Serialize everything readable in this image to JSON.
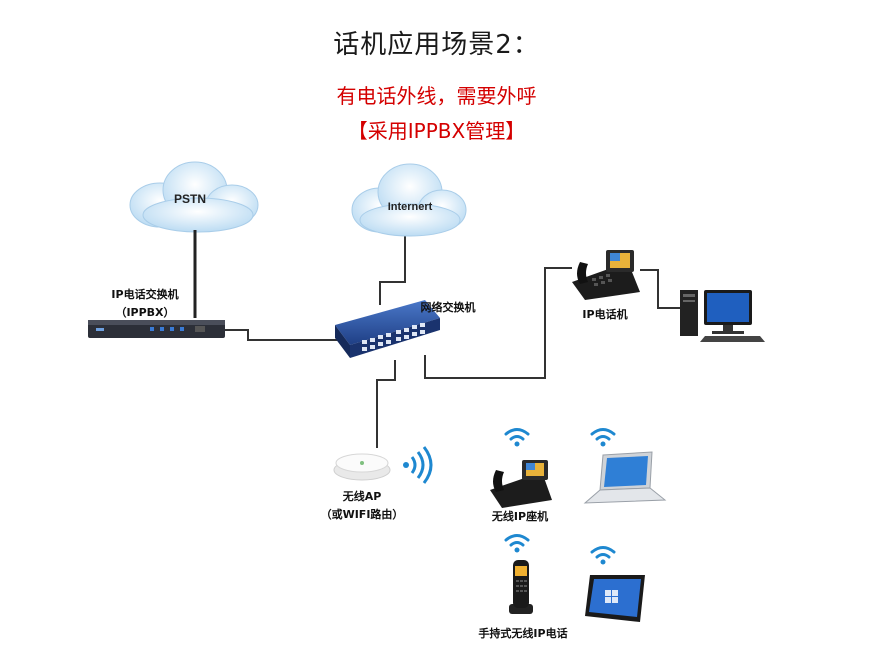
{
  "title": "话机应用场景2：",
  "subtitle": "有电话外线，需要外呼",
  "subtitle2": "【采用IPPBX管理】",
  "nodes": {
    "pstn": "PSTN",
    "internet": "Internert",
    "ippbx_line1": "IP电话交换机",
    "ippbx_line2": "（IPPBX）",
    "switch": "网络交换机",
    "ip_phone": "IP电话机",
    "wireless_ap_line1": "无线AP",
    "wireless_ap_line2": "（或WIFI路由）",
    "wireless_desk_phone": "无线IP座机",
    "handheld_phone": "手持式无线IP电话"
  },
  "colors": {
    "cloud": "#cfe6f7",
    "title": "#1a1a1a",
    "subtitle": "#d40000",
    "link": "#333333",
    "wifi": "#1e88d0",
    "switch": "#2b4f9a"
  },
  "icons": [
    "cloud-icon",
    "pbx-box-icon",
    "network-switch-icon",
    "desk-phone-icon",
    "desktop-computer-icon",
    "wireless-ap-icon",
    "wifi-signal-icon",
    "laptop-icon",
    "cordless-phone-icon",
    "tablet-icon"
  ]
}
